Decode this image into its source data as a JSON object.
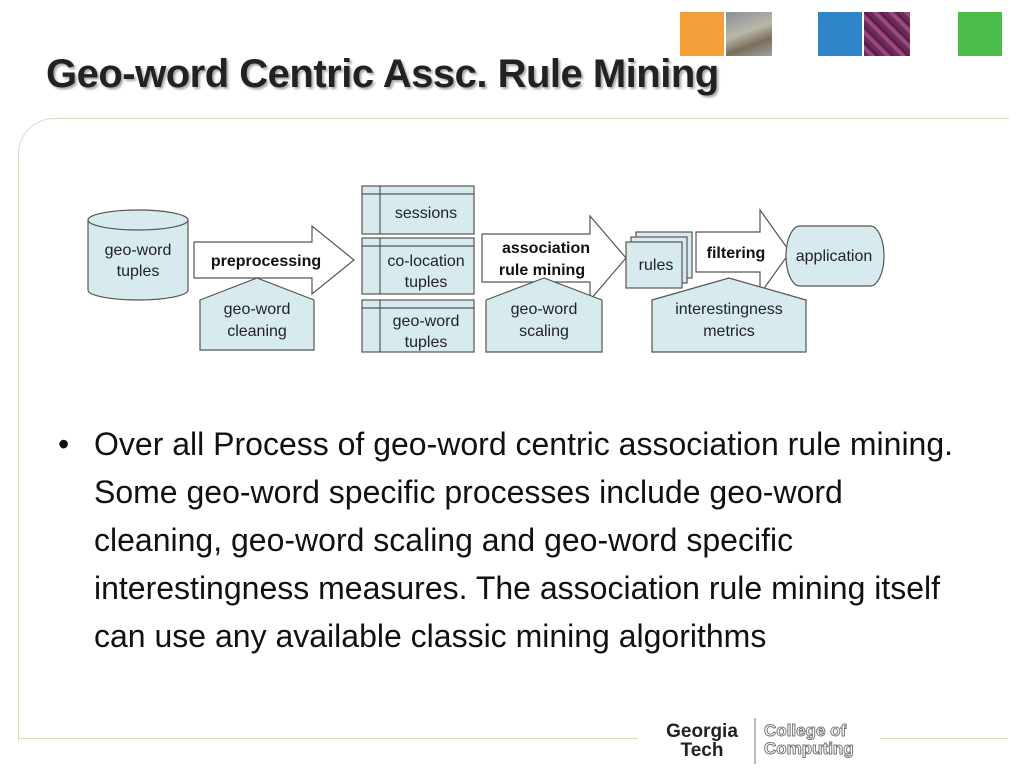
{
  "slide": {
    "title": "Geo-word Centric Assc. Rule Mining",
    "bullet": "Over all Process of geo-word centric association rule mining. Some geo-word specific processes include geo-word cleaning, geo-word scaling and geo-word specific interestingness measures. The association rule mining itself can use any available classic mining algorithms"
  },
  "diagram": {
    "db_line1": "geo-word",
    "db_line2": "tuples",
    "arrow1": "preprocessing",
    "note1_line1": "geo-word",
    "note1_line2": "cleaning",
    "table1": "sessions",
    "table2_line1": "co-location",
    "table2_line2": "tuples",
    "table3_line1": "geo-word",
    "table3_line2": "tuples",
    "arrow2_line1": "association",
    "arrow2_line2": "rule mining",
    "note2_line1": "geo-word",
    "note2_line2": "scaling",
    "rules": "rules",
    "arrow3": "filtering",
    "application": "application",
    "note3_line1": "interestingness",
    "note3_line2": "metrics"
  },
  "logo": {
    "line1": "Georgia",
    "line2": "Tech",
    "line3": "College of",
    "line4": "Computing"
  },
  "colors": {
    "diagram_fill": "#d7ebef",
    "diagram_stroke": "#555555",
    "frame": "#d8dcc4",
    "orange": "#f4a03a",
    "blue": "#2e86c8",
    "green": "#4bbd4b"
  }
}
